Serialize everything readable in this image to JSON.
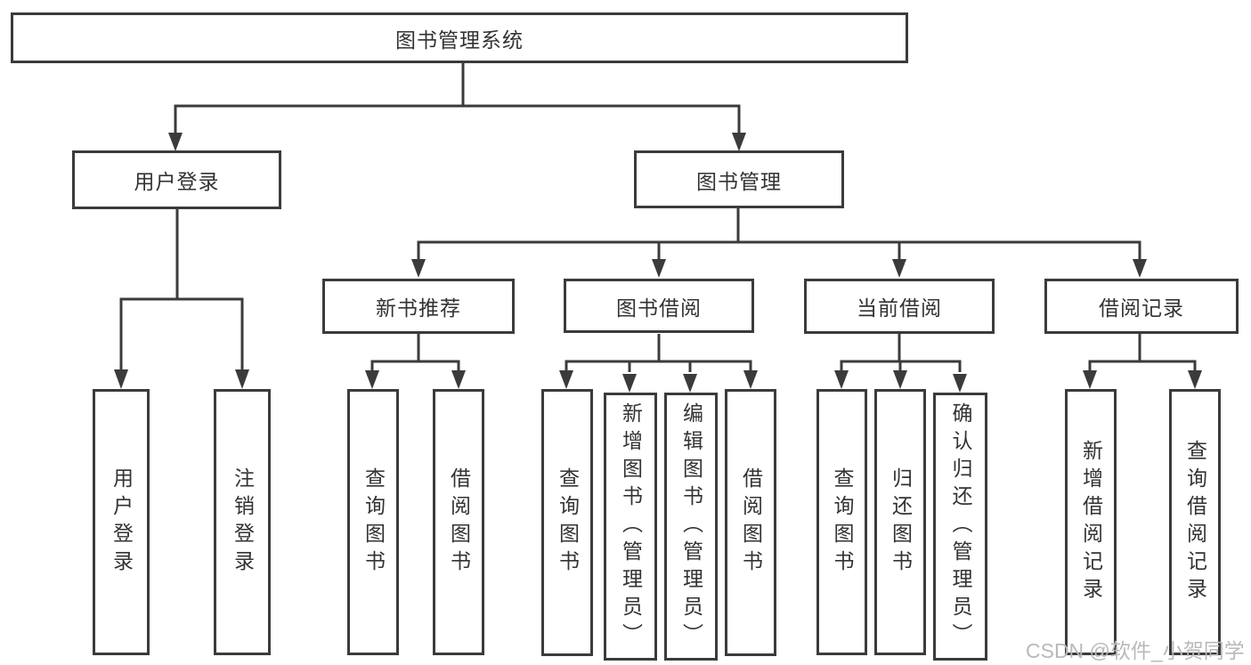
{
  "diagram": {
    "title": "图书管理系统",
    "branches": [
      {
        "label": "用户登录",
        "leaves": [
          "用户登录",
          "注销登录"
        ]
      },
      {
        "label": "图书管理",
        "groups": [
          {
            "label": "新书推荐",
            "leaves": [
              "查询图书",
              "借阅图书"
            ]
          },
          {
            "label": "图书借阅",
            "leaves": [
              "查询图书",
              "新增图书（管理员）",
              "编辑图书（管理员）",
              "借阅图书"
            ]
          },
          {
            "label": "当前借阅",
            "leaves": [
              "查询图书",
              "归还图书",
              "确认归还（管理员）"
            ]
          },
          {
            "label": "借阅记录",
            "leaves": [
              "新增借阅记录",
              "查询借阅记录"
            ]
          }
        ]
      }
    ]
  },
  "watermark": "CSDN @软件_小贺同学",
  "colors": {
    "line": "#3b3b3b",
    "box_border": "#3b3b3b",
    "text": "#333333",
    "watermark": "#b9b9b9",
    "background": "#ffffff"
  }
}
